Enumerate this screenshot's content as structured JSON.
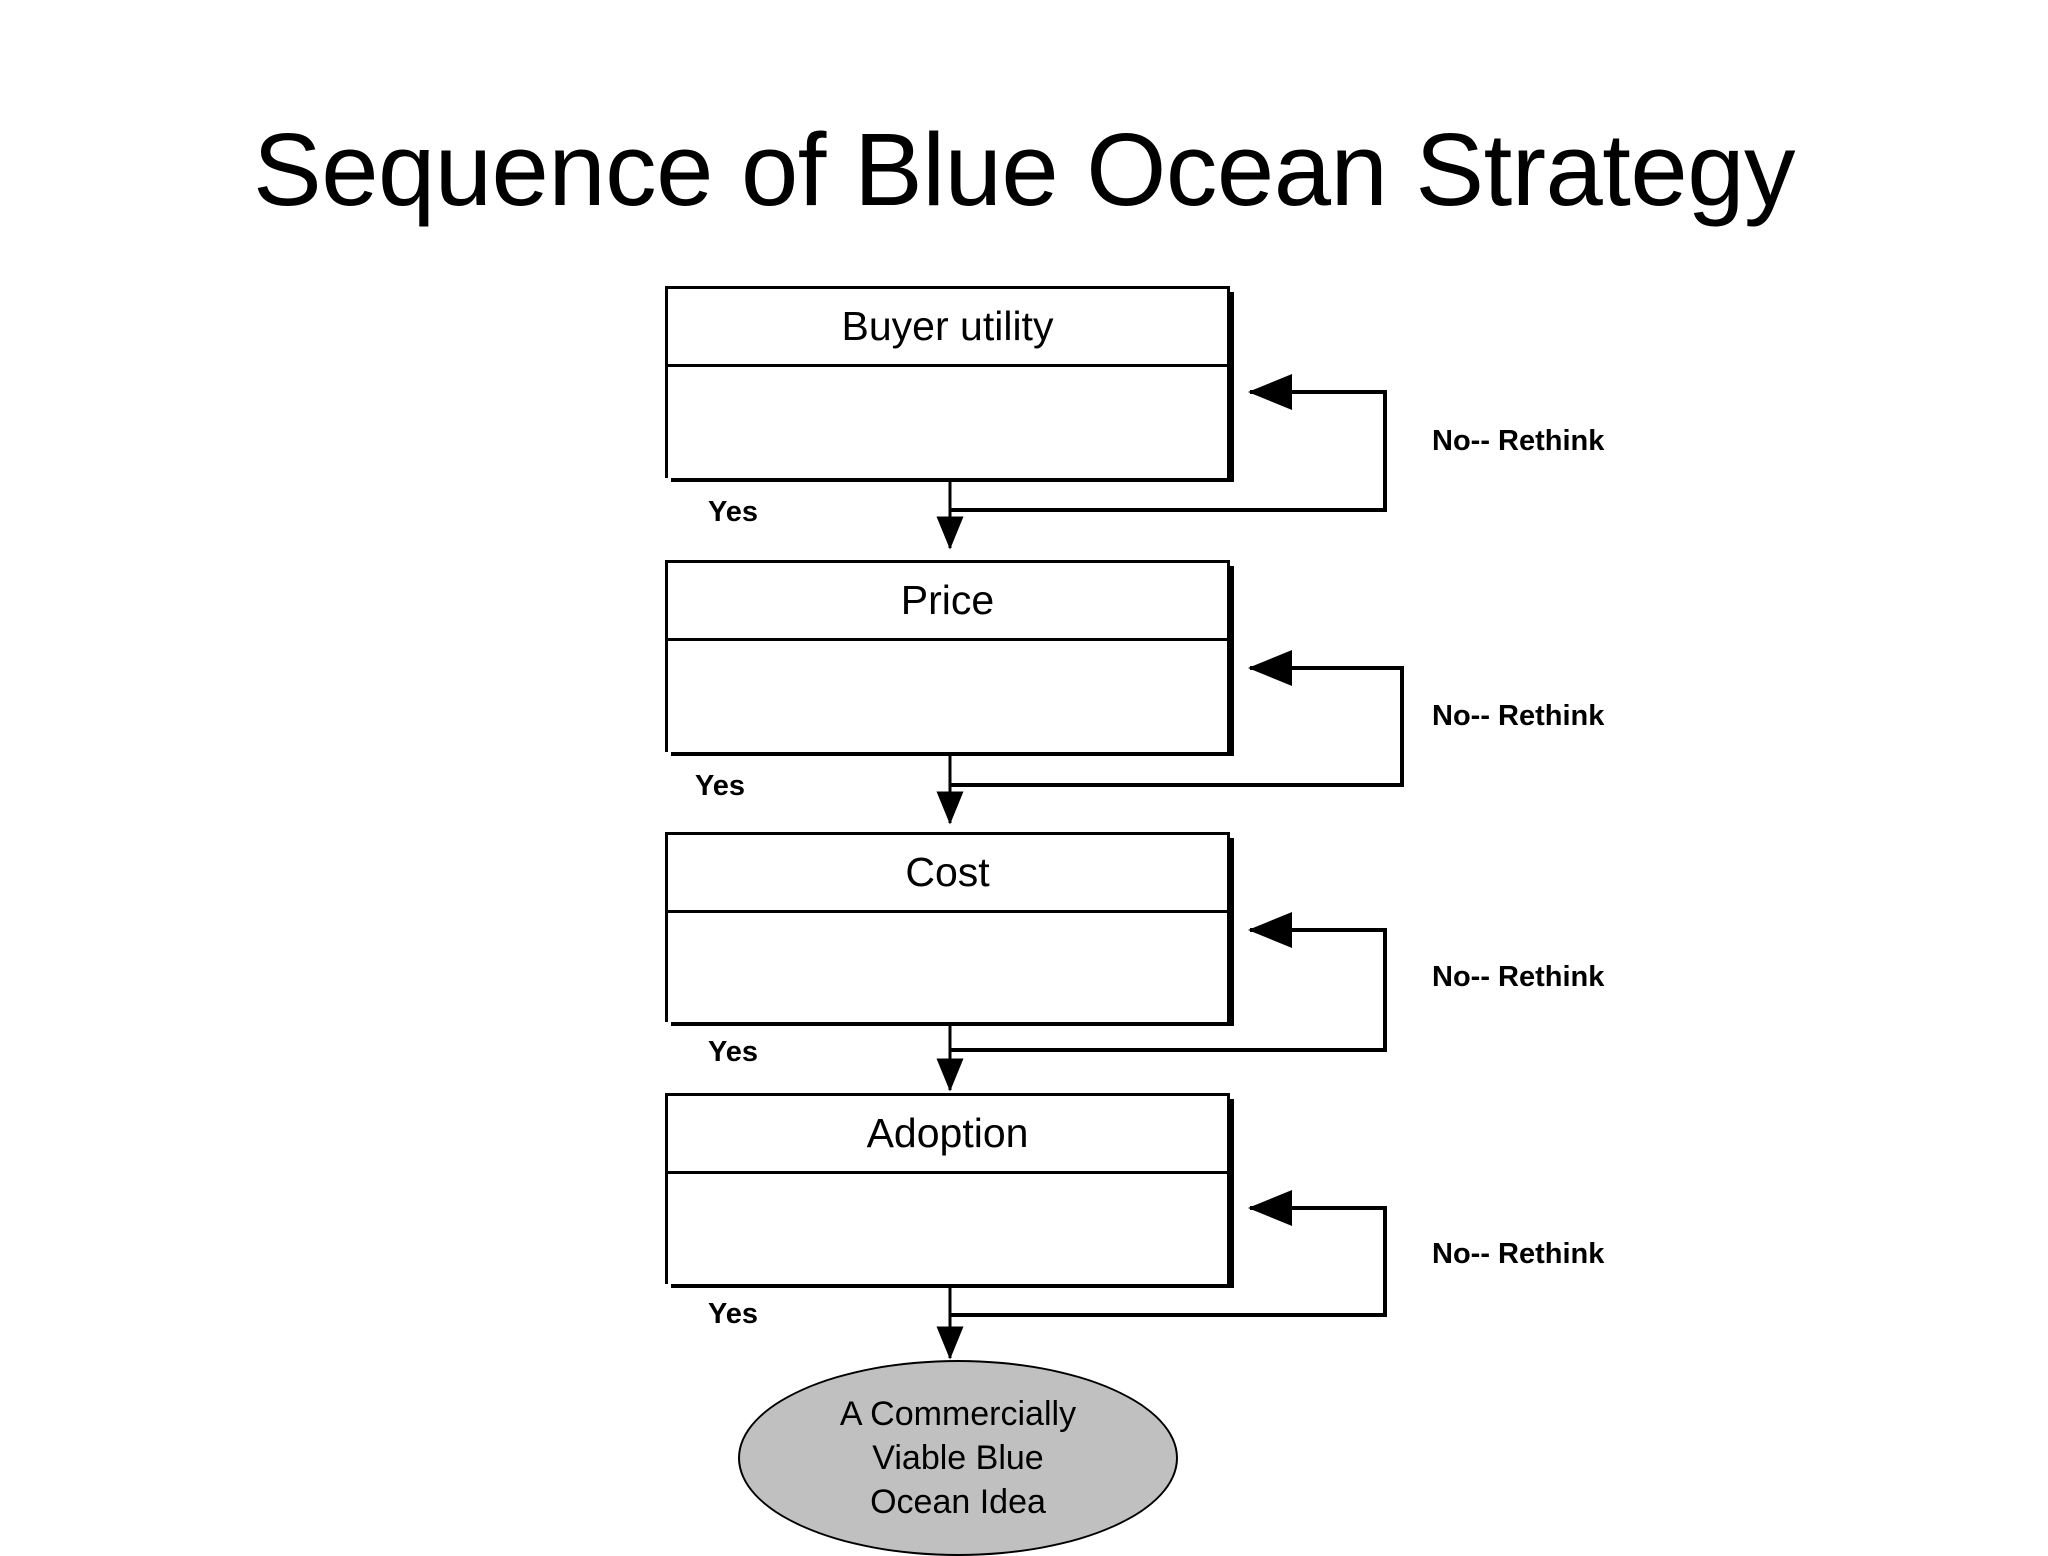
{
  "slide": {
    "title": "Sequence of Blue Ocean Strategy",
    "background_color": "#ffffff",
    "ink_color": "#000000"
  },
  "diagram": {
    "type": "flowchart",
    "orientation": "top-to-bottom",
    "stages": [
      {
        "id": "buyer-utility",
        "label": "Buyer utility",
        "yes_label": "Yes",
        "no_label": "No-- Rethink",
        "body_text": ""
      },
      {
        "id": "price",
        "label": "Price",
        "yes_label": "Yes",
        "no_label": "No-- Rethink",
        "body_text": ""
      },
      {
        "id": "cost",
        "label": "Cost",
        "yes_label": "Yes",
        "no_label": "No-- Rethink",
        "body_text": ""
      },
      {
        "id": "adoption",
        "label": "Adoption",
        "yes_label": "Yes",
        "no_label": "No-- Rethink",
        "body_text": ""
      }
    ],
    "terminal": {
      "id": "commercially-viable-blue-ocean-idea",
      "line1": "A Commercially",
      "line2": "Viable Blue",
      "line3": "Ocean Idea",
      "fill_color": "#c0c0c0",
      "stroke_color": "#000000",
      "shape": "ellipse"
    }
  }
}
